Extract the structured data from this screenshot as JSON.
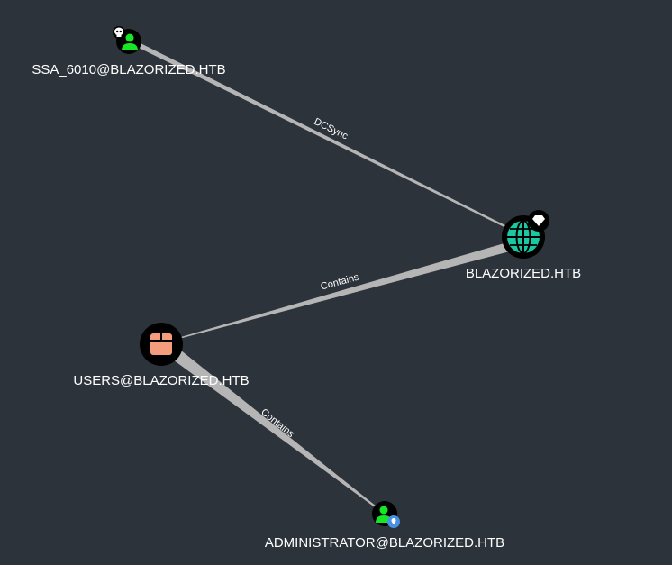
{
  "graph": {
    "colors": {
      "background": "#2d333b",
      "edge": "#b5b5b5",
      "node_ring": "#000000",
      "user_icon": "#17e625",
      "domain_icon": "#19c9a4",
      "group_icon": "#f59c7c",
      "badge_shield": "#4a90e2"
    },
    "nodes": {
      "ssa": {
        "label": "SSA_6010@BLAZORIZED.HTB",
        "type": "user",
        "badges": [
          "skull-icon"
        ]
      },
      "domain": {
        "label": "BLAZORIZED.HTB",
        "type": "domain",
        "badges": [
          "diamond-icon"
        ]
      },
      "users": {
        "label": "USERS@BLAZORIZED.HTB",
        "type": "group",
        "badges": []
      },
      "admin": {
        "label": "ADMINISTRATOR@BLAZORIZED.HTB",
        "type": "user",
        "badges": [
          "shield-pin-icon"
        ]
      }
    },
    "edges": {
      "dcsync": {
        "from": "SSA_6010@BLAZORIZED.HTB",
        "to": "BLAZORIZED.HTB",
        "label": "DCSync"
      },
      "contains_domain_users": {
        "from": "BLAZORIZED.HTB",
        "to": "USERS@BLAZORIZED.HTB",
        "label": "Contains"
      },
      "contains_users_admin": {
        "from": "USERS@BLAZORIZED.HTB",
        "to": "ADMINISTRATOR@BLAZORIZED.HTB",
        "label": "Contains"
      }
    }
  }
}
